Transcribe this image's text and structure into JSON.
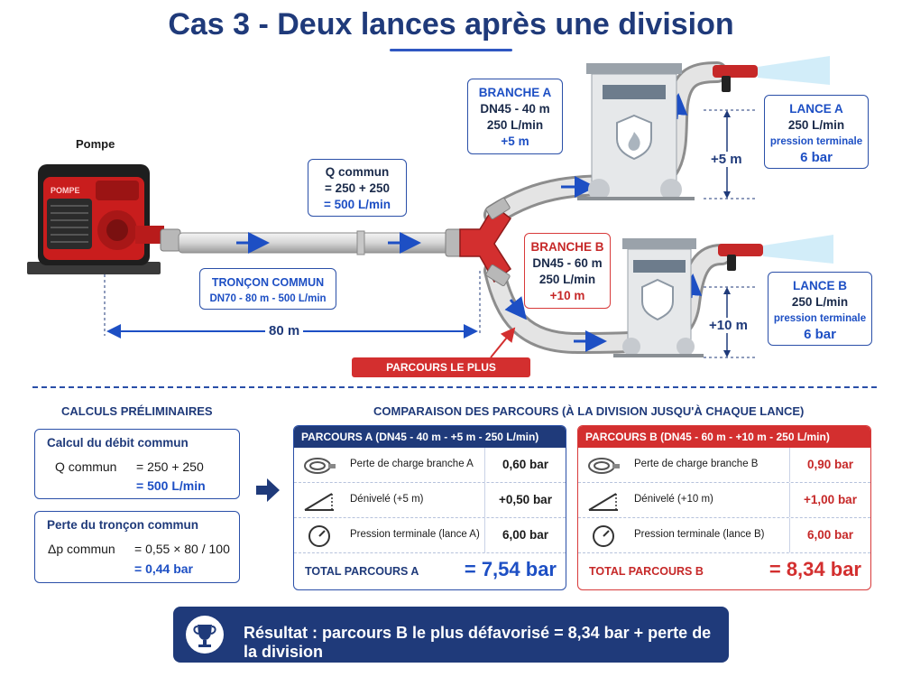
{
  "title": "Cas 3 - Deux lances après une division",
  "pump": {
    "label": "Pompe",
    "brand": "POMPE"
  },
  "common": {
    "q_title": "Q commun",
    "q_formula": "= 250 + 250",
    "q_result": "= 500 L/min",
    "section_title": "TRONÇON COMMUN",
    "section_detail": "DN70 - 80 m - 500 L/min",
    "distance": "80 m"
  },
  "branch_a": {
    "title": "BRANCHE A",
    "line1": "DN45 - 40 m",
    "line2": "250 L/min",
    "height": "+5 m",
    "height_dim": "+5 m"
  },
  "branch_b": {
    "title": "BRANCHE B",
    "line1": "DN45 - 60 m",
    "line2": "250 L/min",
    "height": "+10 m",
    "height_dim": "+10 m"
  },
  "lance_a": {
    "title": "LANCE A",
    "flow": "250 L/min",
    "pressure_label": "pression terminale",
    "pressure": "6 bar"
  },
  "lance_b": {
    "title": "LANCE B",
    "flow": "250 L/min",
    "pressure_label": "pression terminale",
    "pressure": "6 bar"
  },
  "worst_path_label": "PARCOURS LE PLUS DÉFAVORISÉ",
  "calc": {
    "title": "CALCULS PRÉLIMINAIRES",
    "box1": {
      "title": "Calcul du débit commun",
      "lhs": "Q commun",
      "eq1": "=  250 + 250",
      "eq2": "=  500 L/min"
    },
    "box2": {
      "title": "Perte du tronçon commun",
      "lhs": "Δp commun",
      "eq1": "=  0,55 × 80 / 100",
      "eq2": "=  0,44 bar"
    }
  },
  "comparison": {
    "title": "COMPARAISON DES PARCOURS (À LA DIVISION JUSQU'À CHAQUE LANCE)",
    "a": {
      "header": "PARCOURS A (DN45 - 40 m - +5 m - 250 L/min)",
      "rows": [
        {
          "icon": "hose-icon",
          "label": "Perte de charge branche A",
          "value": "0,60 bar"
        },
        {
          "icon": "slope-icon",
          "label": "Dénivelé (+5 m)",
          "value": "+0,50 bar"
        },
        {
          "icon": "gauge-icon",
          "label": "Pression terminale (lance A)",
          "value": "6,00 bar"
        }
      ],
      "total_label": "TOTAL PARCOURS A",
      "total_value": "= 7,54 bar"
    },
    "b": {
      "header": "PARCOURS B (DN45 - 60 m - +10 m - 250 L/min)",
      "rows": [
        {
          "icon": "hose-icon",
          "label": "Perte de charge branche B",
          "value": "0,90 bar"
        },
        {
          "icon": "slope-icon",
          "label": "Dénivelé (+10 m)",
          "value": "+1,00 bar"
        },
        {
          "icon": "gauge-icon",
          "label": "Pression terminale (lance B)",
          "value": "6,00 bar"
        }
      ],
      "total_label": "TOTAL PARCOURS B",
      "total_value": "= 8,34 bar"
    }
  },
  "result": {
    "icon": "trophy-icon",
    "text": "Résultat : parcours B le plus défavorisé = 8,34 bar + perte de la division"
  },
  "colors": {
    "navy": "#1f3a7a",
    "blue": "#1d4fc4",
    "red": "#d32f2f"
  }
}
